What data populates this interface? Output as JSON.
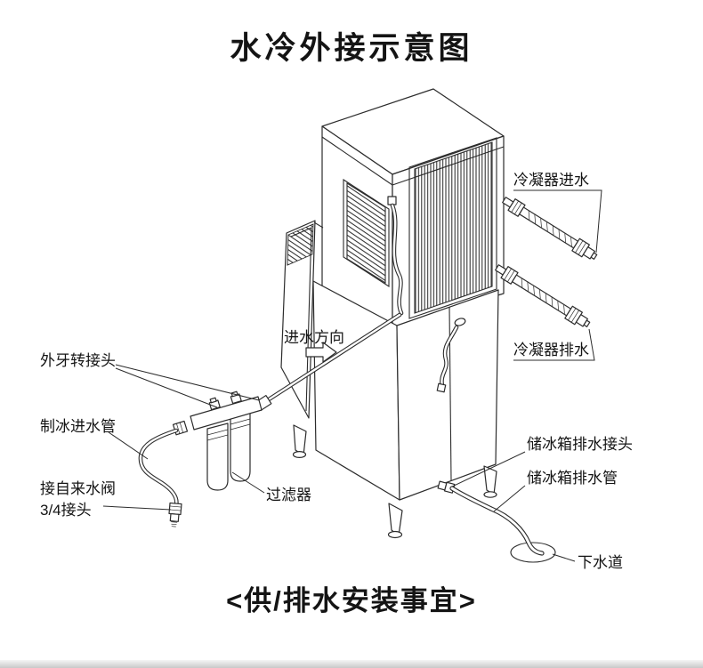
{
  "page": {
    "title": "水冷外接示意图",
    "caption": "<供/排水安装事宜>"
  },
  "labels": {
    "condenser_inlet": "冷凝器进水",
    "condenser_drain": "冷凝器排水",
    "male_thread_adapter": "外牙转接头",
    "ice_inlet_pipe": "制冰进水管",
    "tap_valve": "接自来水阀",
    "three_quarter_joint": "3/4接头",
    "inlet_direction": "进水方向",
    "filter": "过滤器",
    "bin_drain_joint": "储冰箱排水接头",
    "bin_drain_pipe": "储冰箱排水管",
    "sewer": "下水道"
  },
  "icons": {
    "inlet_direction_arrow": "hollow-right-arrow"
  },
  "colors": {
    "ink": "#2c2c2c",
    "background": "#ffffff"
  }
}
